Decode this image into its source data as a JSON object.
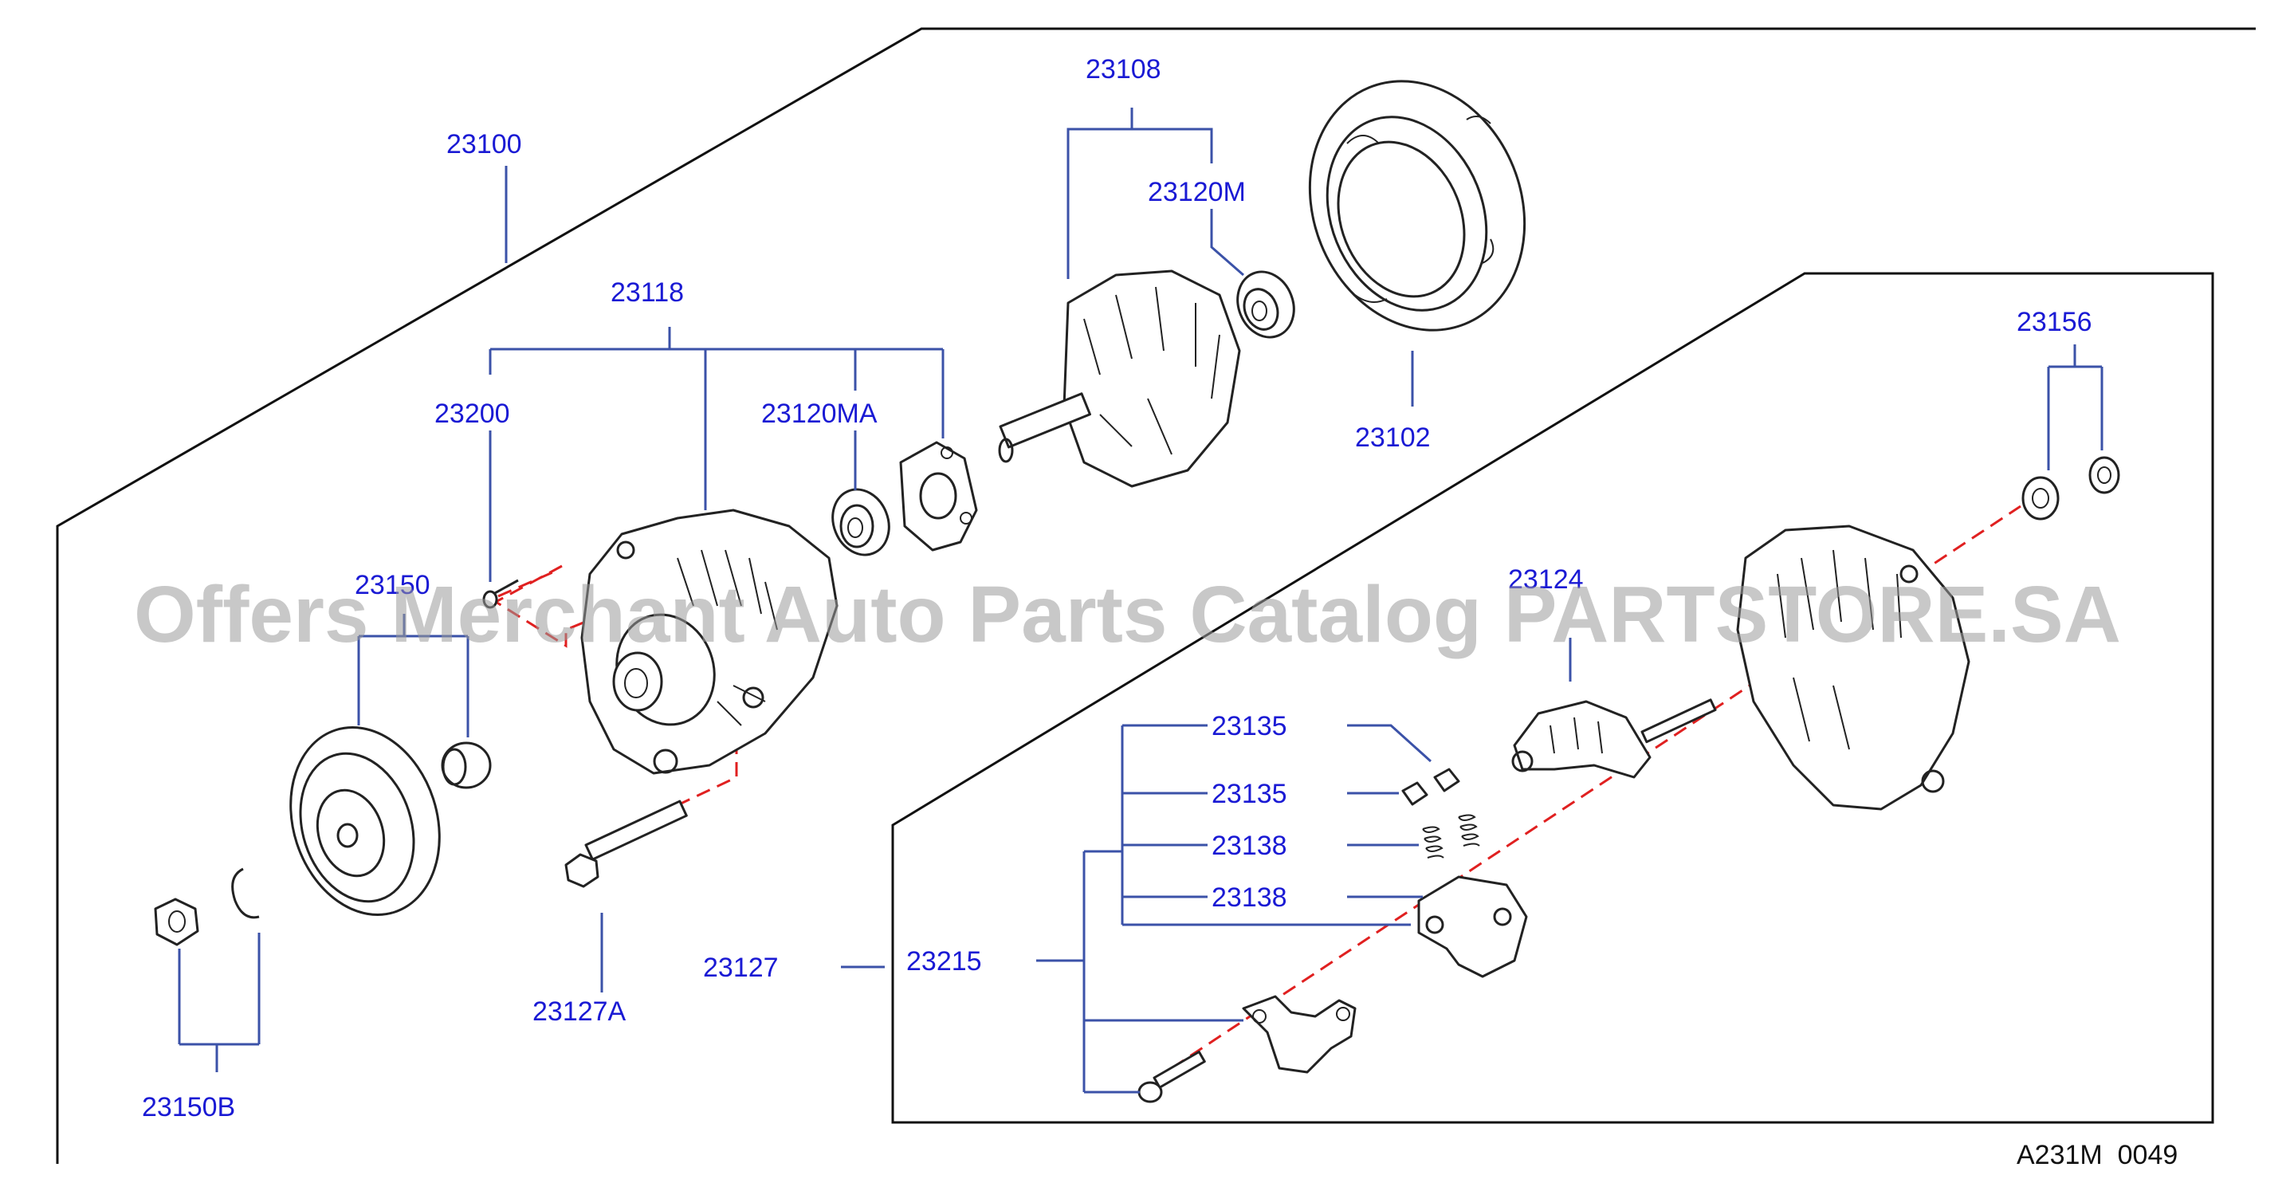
{
  "diagram": {
    "labels": {
      "p23100": "23100",
      "p23108": "23108",
      "p23120M": "23120M",
      "p23118": "23118",
      "p23200": "23200",
      "p23120MA": "23120MA",
      "p23102": "23102",
      "p23156": "23156",
      "p23150": "23150",
      "p23124": "23124",
      "p23135a": "23135",
      "p23135b": "23135",
      "p23138a": "23138",
      "p23138b": "23138",
      "p23127": "23127",
      "p23215": "23215",
      "p23127A": "23127A",
      "p23150B": "23150B"
    },
    "reference_code": "A231M  0049",
    "watermark": "Offers Merchant Auto Parts Catalog PARTSTORE.SA"
  },
  "colors": {
    "label": "#1a1ad4",
    "leader_line": "#3b52a8",
    "assembly_axis": "#e02020",
    "part_outline": "#222222",
    "watermark": "#9a9a9a"
  }
}
